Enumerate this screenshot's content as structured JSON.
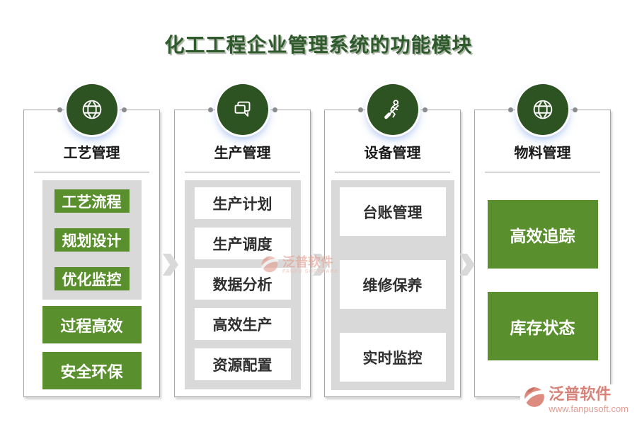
{
  "title": "化工工程企业管理系统的功能模块",
  "columns": [
    {
      "title": "工艺管理",
      "icon": "globe-icon",
      "panel_items": [
        "工艺流程",
        "规划设计",
        "优化监控"
      ],
      "footer_items": [
        "过程高效",
        "安全环保"
      ]
    },
    {
      "title": "生产管理",
      "icon": "chat-bubbles-icon",
      "panel_items": [
        "生产计划",
        "生产调度",
        "数据分析",
        "高效生产",
        "资源配置"
      ],
      "footer_items": []
    },
    {
      "title": "设备管理",
      "icon": "person-rowing-icon",
      "panel_items": [
        "台账管理",
        "维修保养",
        "实时监控"
      ],
      "footer_items": []
    },
    {
      "title": "物料管理",
      "icon": "globe-icon",
      "panel_items": [],
      "footer_items": [
        "高效追踪",
        "库存状态"
      ]
    }
  ],
  "watermark_center": {
    "brand": "泛普软件",
    "sub": "FANPU SOFTWARE"
  },
  "watermark_footer": {
    "brand": "泛普软件",
    "url": "www.fanpusoft.com"
  },
  "colors": {
    "title_green": "#2e5a2c",
    "circle_green": "#2d5322",
    "button_green": "#5a8f2e",
    "panel_gray": "#d9d9d9",
    "border_gray": "#a6a6a6",
    "watermark_salmon": "#d8837a"
  }
}
